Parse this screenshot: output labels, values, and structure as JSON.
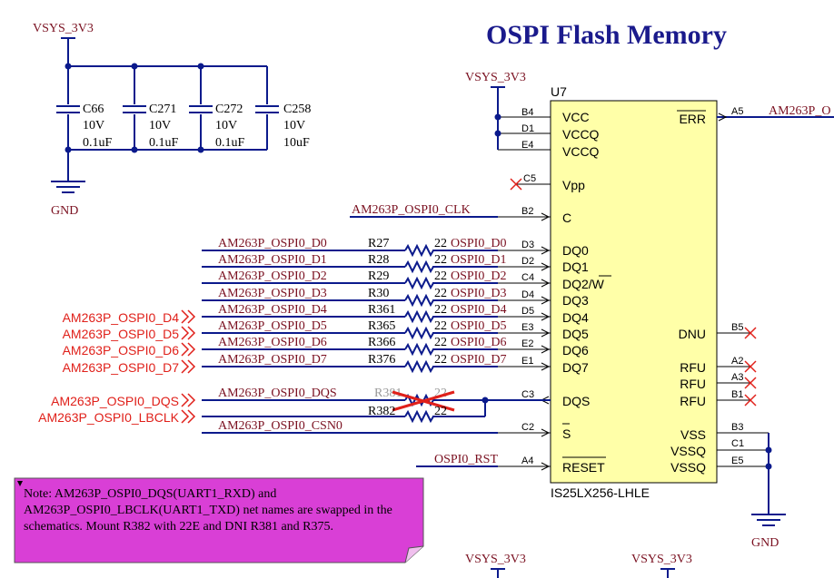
{
  "title": "OSPI Flash Memory",
  "power": {
    "vsys_top_left": "VSYS_3V3",
    "vsys_u7": "VSYS_3V3",
    "vsys_bottom_1": "VSYS_3V3",
    "vsys_bottom_2": "VSYS_3V3",
    "gnd_left": "GND",
    "gnd_right": "GND"
  },
  "capacitors": [
    {
      "ref": "C66",
      "voltage": "10V",
      "value": "0.1uF"
    },
    {
      "ref": "C271",
      "voltage": "10V",
      "value": "0.1uF"
    },
    {
      "ref": "C272",
      "voltage": "10V",
      "value": "0.1uF"
    },
    {
      "ref": "C258",
      "voltage": "10V",
      "value": "10uF"
    }
  ],
  "chip": {
    "ref": "U7",
    "part": "IS25LX256-LHLE",
    "left_pins": [
      {
        "num": "B4",
        "name": "VCC"
      },
      {
        "num": "D1",
        "name": "VCCQ"
      },
      {
        "num": "E4",
        "name": "VCCQ"
      },
      {
        "num": "C5",
        "name": "Vpp"
      },
      {
        "num": "B2",
        "name": "C"
      },
      {
        "num": "D3",
        "name": "DQ0"
      },
      {
        "num": "D2",
        "name": "DQ1"
      },
      {
        "num": "C4",
        "name": "DQ2/W"
      },
      {
        "num": "D4",
        "name": "DQ3"
      },
      {
        "num": "D5",
        "name": "DQ4"
      },
      {
        "num": "E3",
        "name": "DQ5"
      },
      {
        "num": "E2",
        "name": "DQ6"
      },
      {
        "num": "E1",
        "name": "DQ7"
      },
      {
        "num": "C3",
        "name": "DQS"
      },
      {
        "num": "C2",
        "name": "S"
      },
      {
        "num": "A4",
        "name": "RESET"
      }
    ],
    "right_pins": [
      {
        "num": "A5",
        "name": "ERR"
      },
      {
        "num": "B5",
        "name": "DNU"
      },
      {
        "num": "A2",
        "name": "RFU"
      },
      {
        "num": "A3",
        "name": "RFU"
      },
      {
        "num": "B1",
        "name": "RFU"
      },
      {
        "num": "B3",
        "name": "VSS"
      },
      {
        "num": "C1",
        "name": "VSSQ"
      },
      {
        "num": "E5",
        "name": "VSSQ"
      }
    ]
  },
  "nets": {
    "clk": "AM263P_OSPI0_CLK",
    "csn": "AM263P_OSPI0_CSN0",
    "rst": "OSPI0_RST",
    "err": "AM263P_O",
    "dqs": "AM263P_OSPI0_DQS"
  },
  "data_lines": [
    {
      "net": "AM263P_OSPI0_D0",
      "ref": "R27",
      "value": "22",
      "out": "OSPI0_D0"
    },
    {
      "net": "AM263P_OSPI0_D1",
      "ref": "R28",
      "value": "22",
      "out": "OSPI0_D1"
    },
    {
      "net": "AM263P_OSPI0_D2",
      "ref": "R29",
      "value": "22",
      "out": "OSPI0_D2"
    },
    {
      "net": "AM263P_OSPI0_D3",
      "ref": "R30",
      "value": "22",
      "out": "OSPI0_D3"
    },
    {
      "net": "AM263P_OSPI0_D4",
      "ref": "R361",
      "value": "22",
      "out": "OSPI0_D4"
    },
    {
      "net": "AM263P_OSPI0_D5",
      "ref": "R365",
      "value": "22",
      "out": "OSPI0_D5"
    },
    {
      "net": "AM263P_OSPI0_D6",
      "ref": "R366",
      "value": "22",
      "out": "OSPI0_D6"
    },
    {
      "net": "AM263P_OSPI0_D7",
      "ref": "R376",
      "value": "22",
      "out": "OSPI0_D7"
    }
  ],
  "dqs_resistors": [
    {
      "ref": "R381",
      "value": "22"
    },
    {
      "ref": "R382",
      "value": "22"
    }
  ],
  "ports": [
    "AM263P_OSPI0_D4",
    "AM263P_OSPI0_D5",
    "AM263P_OSPI0_D6",
    "AM263P_OSPI0_D7",
    "AM263P_OSPI0_DQS",
    "AM263P_OSPI0_LBCLK"
  ],
  "note": "Note: AM263P_OSPI0_DQS(UART1_RXD) and AM263P_OSPI0_LBCLK(UART1_TXD) net names are swapped in the schematics. Mount R382 with 22E and DNI R381 and R375.",
  "colors": {
    "wire": "#0b1a8c",
    "title": "#1a1a8c",
    "net": "#7a1020",
    "port": "#e0201a",
    "chip_fill": "#ffffa8",
    "note_fill": "#d93fd6"
  }
}
